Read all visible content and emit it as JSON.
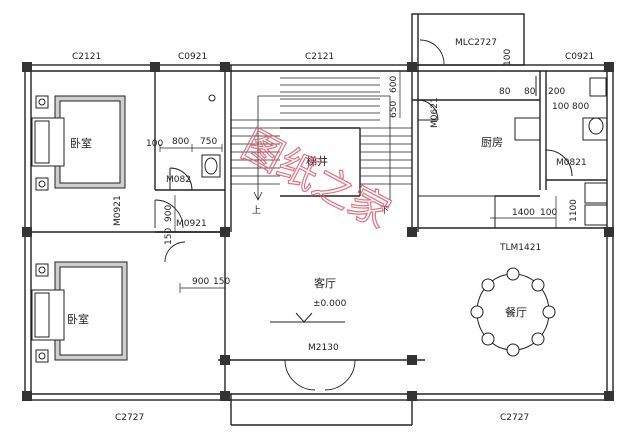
{
  "rooms": {
    "bedroom_top": "卧室",
    "bedroom_bottom": "卧室",
    "stairwell": "梯井",
    "kitchen": "厨房",
    "living": "客厅",
    "dining": "餐厅"
  },
  "level": "±0.000",
  "stairs": {
    "up": "上",
    "down": "下"
  },
  "windows": {
    "top_left": "C2121",
    "top_bath": "C0921",
    "top_center": "C2121",
    "top_right": "C0921",
    "bottom_left": "C2727",
    "bottom_right": "C2727",
    "balcony": "MLC2727"
  },
  "doors": {
    "bath_small": "M082",
    "bedroom_top": "M0921",
    "bedroom_bottom": "M0921",
    "kitchen": "M0621",
    "bath_right": "M0821",
    "sliding": "TLM1421",
    "entrance": "M2130"
  },
  "dims": {
    "d100": "100",
    "d800": "800",
    "d750": "750",
    "d600": "600",
    "d650": "650",
    "d900_v": "900",
    "d150": "150",
    "d900_h": "900",
    "d150_h": "150",
    "d1400": "1400",
    "d1100": "1100",
    "d80a": "80",
    "d80b": "80",
    "d200": "200",
    "d100800": "100 800",
    "d100_top": "100",
    "d100_right": "100"
  },
  "watermark": "图纸之家",
  "colors": {
    "line": "#222222",
    "watermark": "#e05a6a"
  }
}
